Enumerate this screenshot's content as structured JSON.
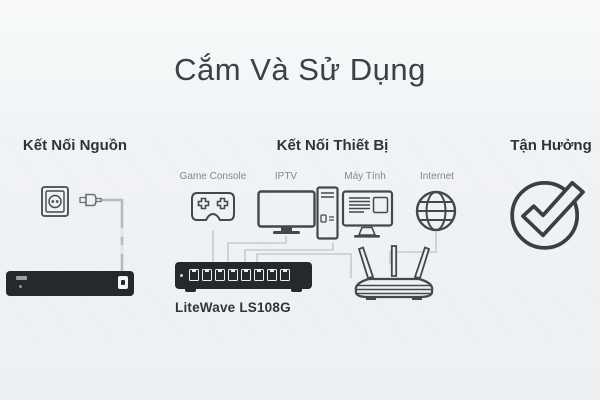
{
  "title": "Cắm Và Sử Dụng",
  "sections": {
    "power": {
      "heading": "Kết Nối Nguồn"
    },
    "devices": {
      "heading": "Kết Nối Thiết Bị",
      "items": [
        {
          "label": "Game Console",
          "icon": "gamepad-icon"
        },
        {
          "label": "IPTV",
          "icon": "tv-icon"
        },
        {
          "label": "Máy Tính",
          "icon": "desktop-computer-icon"
        },
        {
          "label": "Internet",
          "icon": "globe-icon"
        }
      ]
    },
    "enjoy": {
      "heading": "Tận Hưởng"
    }
  },
  "product": {
    "name": "LiteWave LS108G",
    "port_count": 8
  },
  "icons": [
    "power-outlet-icon",
    "power-plug-icon",
    "gamepad-icon",
    "tv-icon",
    "desktop-computer-icon",
    "globe-icon",
    "wifi-router-icon",
    "checkmark-circle-icon"
  ],
  "colors": {
    "background_top": "#f8fafb",
    "background_bottom": "#edf0f3",
    "title_text": "#3b4147",
    "heading_text": "#2e343a",
    "label_text": "#82878d",
    "icon_stroke": "#43484e",
    "connection_line": "#c5cacf",
    "device_body": "#26292c"
  }
}
